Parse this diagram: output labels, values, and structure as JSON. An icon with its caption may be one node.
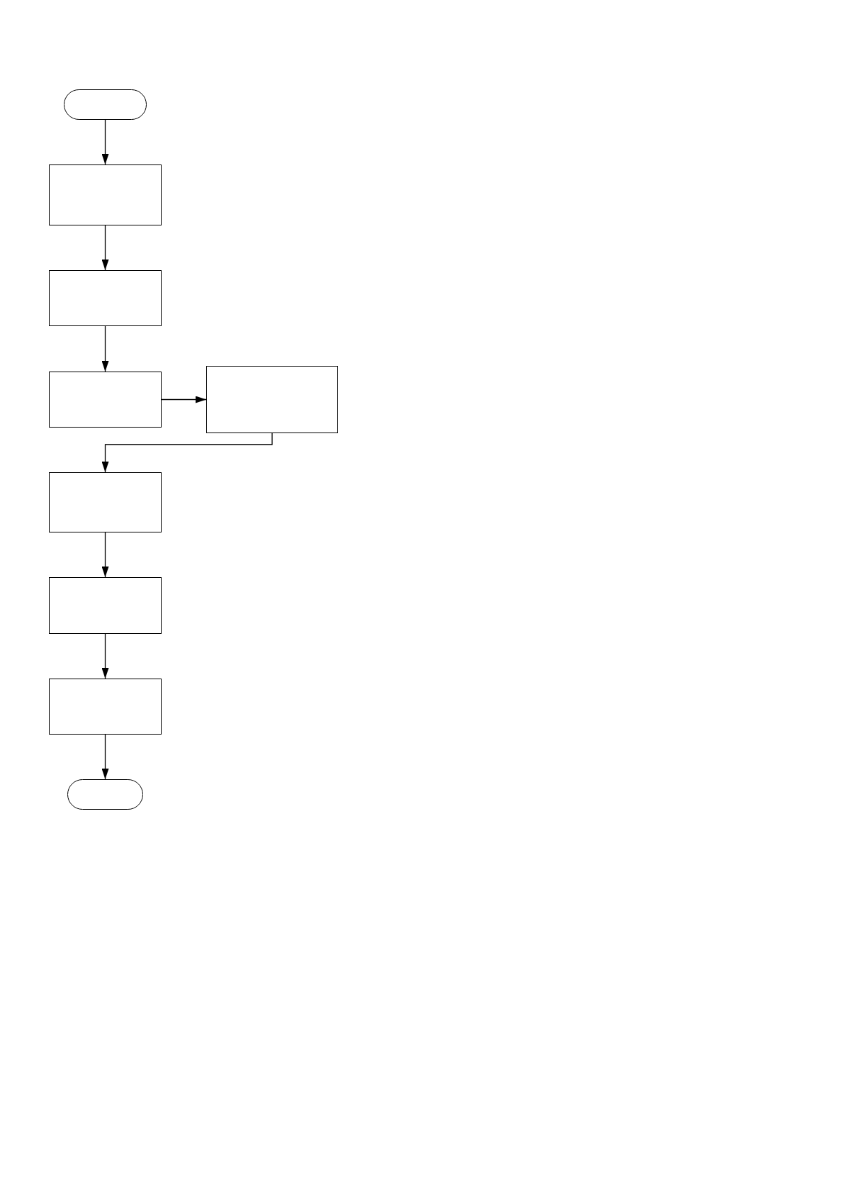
{
  "diagram": {
    "nodes": [
      {
        "text": [],
        "shape": "pill"
      },
      {
        "text": [],
        "shape": "box"
      },
      {
        "text": [],
        "shape": "box"
      },
      {
        "text": [],
        "shape": "box"
      },
      {
        "text": [],
        "shape": "box"
      },
      {
        "text": [],
        "shape": "box"
      },
      {
        "text": [],
        "shape": "box"
      },
      {
        "text": [],
        "shape": "box"
      },
      {
        "text": [],
        "shape": "pill"
      }
    ],
    "edges": [
      {
        "from": 0,
        "to": 1,
        "arrow": "to"
      },
      {
        "from": 1,
        "to": 2,
        "arrow": "to"
      },
      {
        "from": 2,
        "to": 3,
        "arrow": "to"
      },
      {
        "from": 3,
        "to": 4,
        "arrow": "to"
      },
      {
        "from": 4,
        "to": 5,
        "arrow": "to"
      },
      {
        "from": 5,
        "to": 6,
        "arrow": "to"
      },
      {
        "from": 6,
        "to": 7,
        "arrow": "to"
      },
      {
        "from": 7,
        "to": 8,
        "arrow": "to"
      }
    ]
  }
}
